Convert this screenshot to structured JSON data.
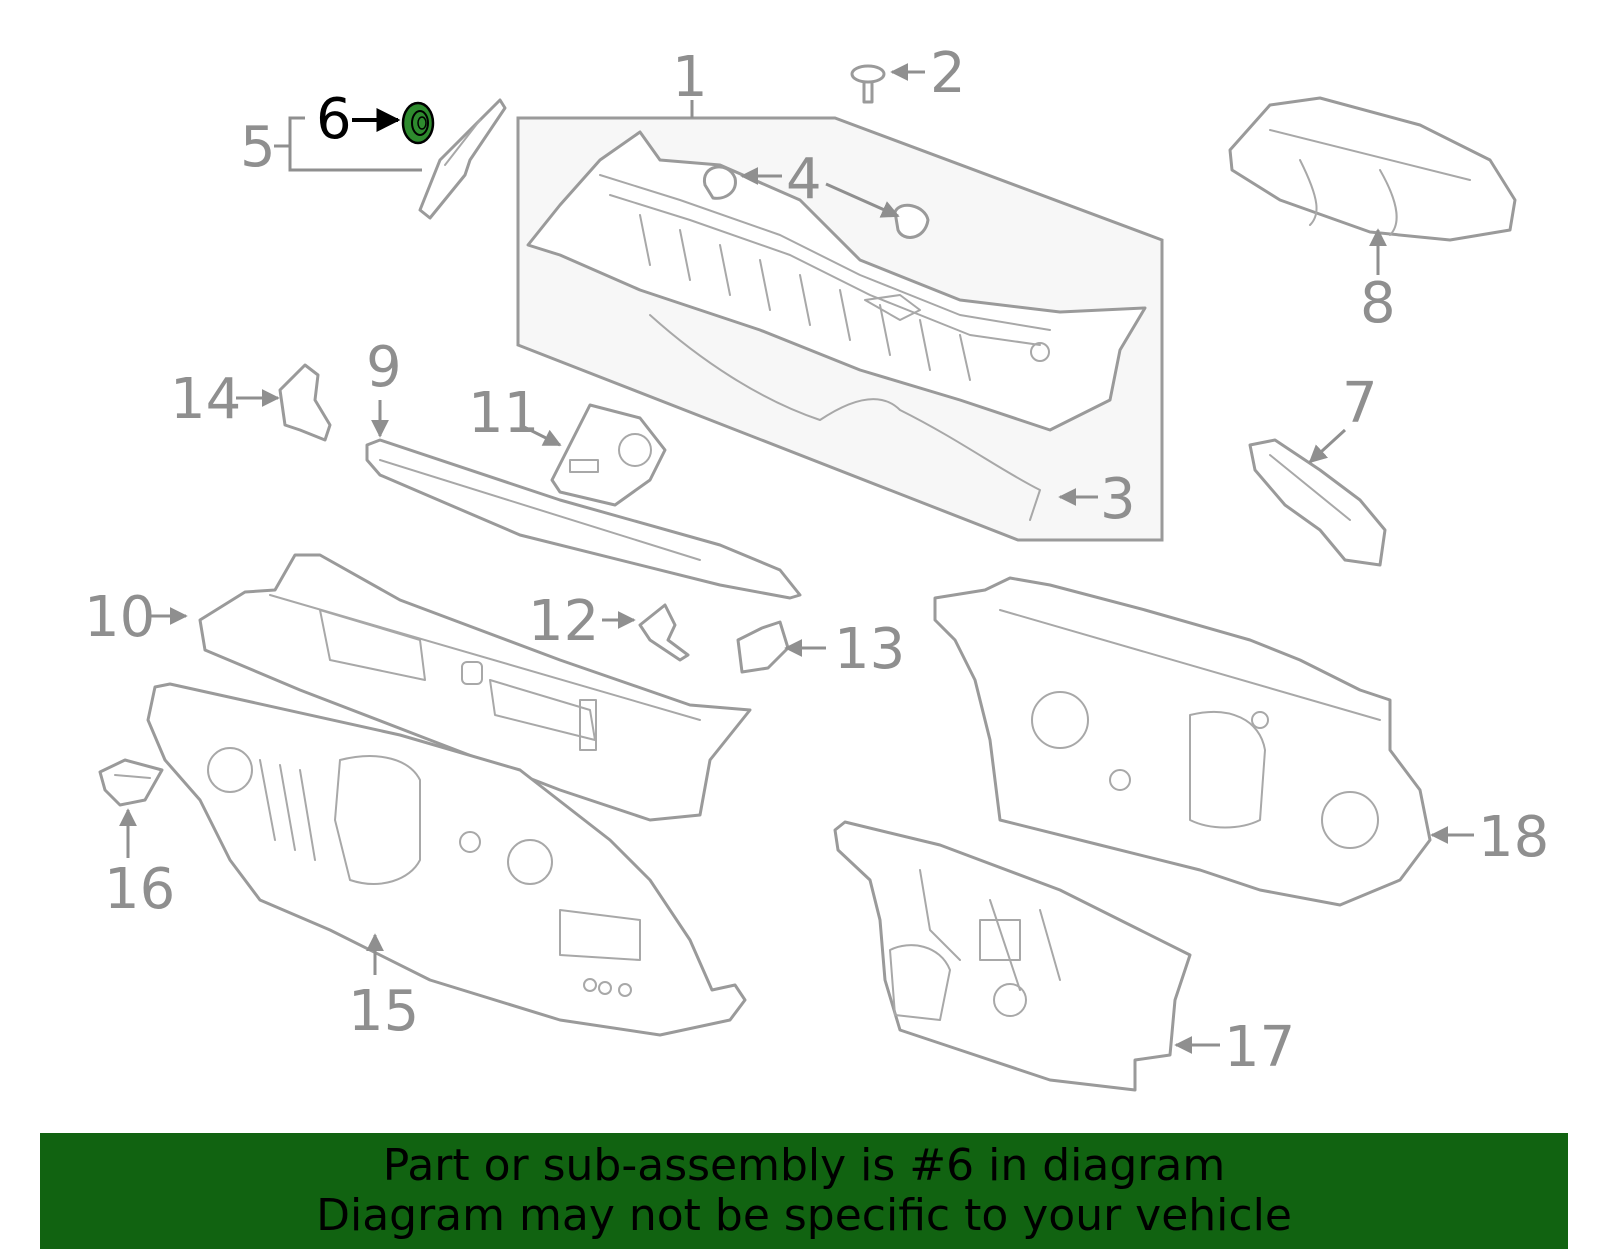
{
  "callouts": [
    "1",
    "2",
    "3",
    "4",
    "5",
    "6",
    "7",
    "8",
    "9",
    "10",
    "11",
    "12",
    "13",
    "14",
    "15",
    "16",
    "17",
    "18"
  ],
  "highlighted_part": "6",
  "highlight_color": "#2e8b2e",
  "banner": {
    "line1": "Part or sub-assembly is #6 in diagram",
    "line2": "Diagram may not be specific to your vehicle",
    "background": "#116311"
  }
}
